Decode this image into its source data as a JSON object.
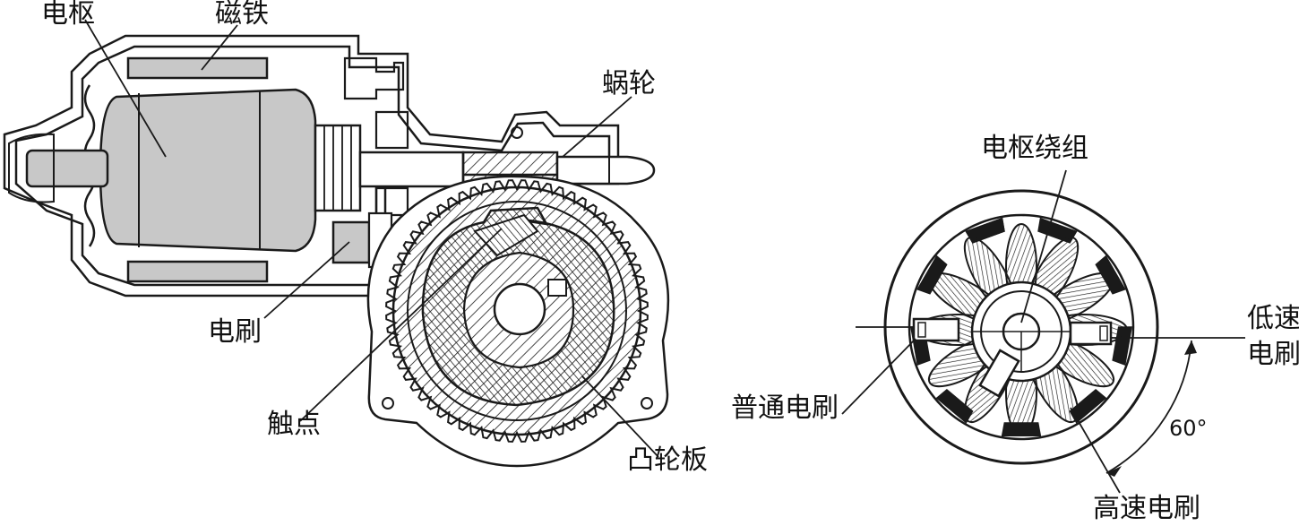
{
  "labels": {
    "armature": "电枢",
    "magnet": "磁铁",
    "worm_gear": "蜗轮",
    "brush": "电刷",
    "contact": "触点",
    "cam_plate": "凸轮板",
    "armature_winding": "电枢绕组",
    "low_speed_brush_1": "低速",
    "low_speed_brush_2": "电刷",
    "normal_brush": "普通电刷",
    "high_speed_brush": "高速电刷",
    "angle": "60°"
  },
  "colors": {
    "line": "#1a1a1a",
    "gray_fill": "#c8c8c8",
    "dark_fill": "#1a1a1a",
    "background": "#ffffff"
  }
}
